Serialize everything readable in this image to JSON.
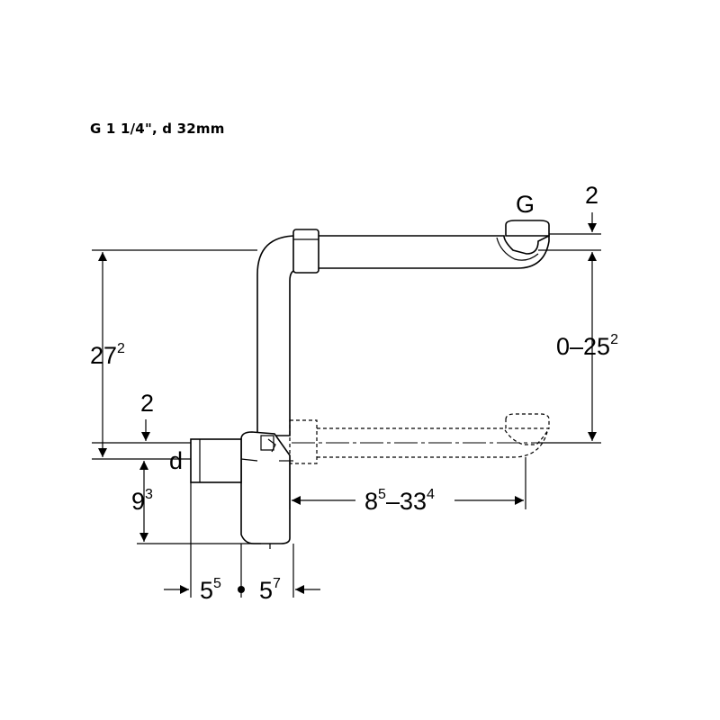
{
  "caption": "G 1 1/4\", d 32mm",
  "labels": {
    "g": "G",
    "d": "d",
    "top_gap": "2",
    "height_main": "27",
    "height_main_sup": "2",
    "left_gap": "2",
    "range_vertical": "0–25",
    "range_vertical_sup": "2",
    "range_horizontal": "8",
    "range_horizontal_sup1": "5",
    "range_horizontal_mid": "–33",
    "range_horizontal_sup2": "4",
    "depth": "9",
    "depth_sup": "3",
    "left_width": "5",
    "left_width_sup": "5",
    "right_width": "5",
    "right_width_sup": "7"
  }
}
